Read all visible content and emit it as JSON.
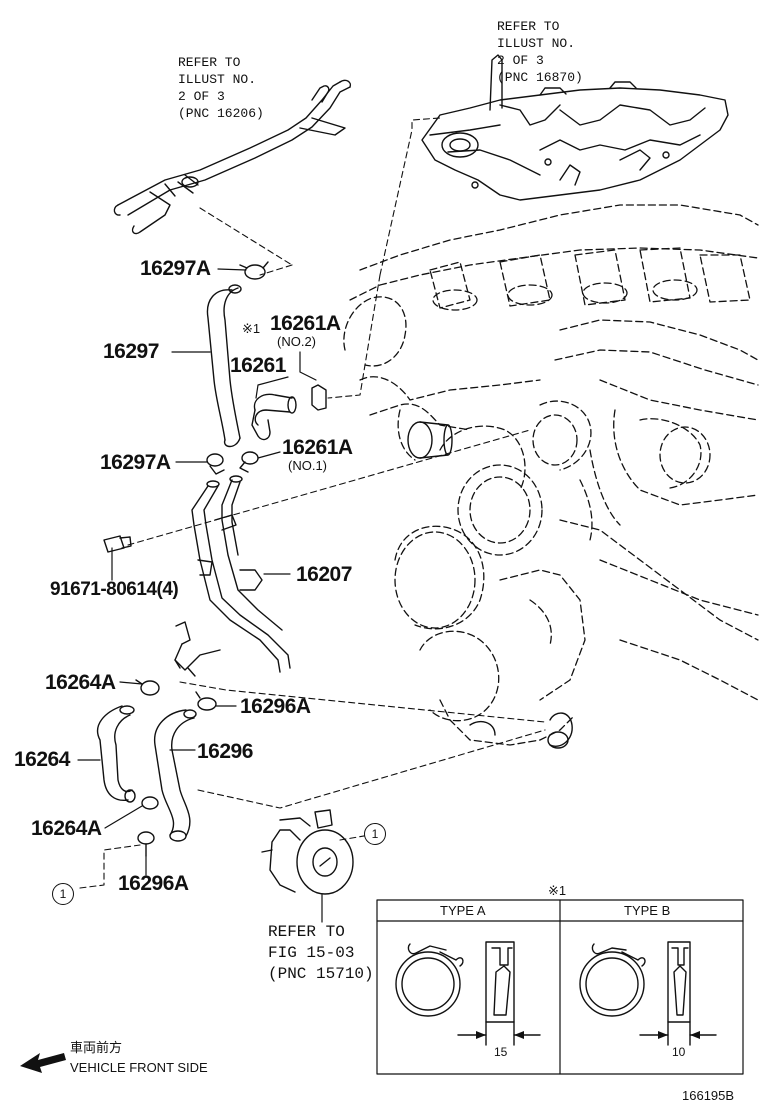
{
  "refs": {
    "top_left": "REFER TO\nILLUST NO.\n2 OF 3\n(PNC 16206)",
    "top_right": "REFER TO\nILLUST NO.\n2 OF 3\n(PNC 16870)",
    "bottom": "REFER TO\nFIG 15-03\n(PNC 15710)"
  },
  "parts": {
    "p16297A_top": "16297A",
    "p16297": "16297",
    "p16297A_bottom": "16297A",
    "p16261A_top": "16261A",
    "p16261A_top_note": "(NO.2)",
    "p16261A_mark": "※1",
    "p16261": "16261",
    "p16261A_bottom": "16261A",
    "p16261A_bottom_note": "(NO.1)",
    "bolt": "91671-80614(4)",
    "p16207": "16207",
    "p16264A_top": "16264A",
    "p16296A_top": "16296A",
    "p16264": "16264",
    "p16296": "16296",
    "p16264A_bottom": "16264A",
    "p16296A_bottom": "16296A"
  },
  "callouts": {
    "ref1_a": "1",
    "ref1_b": "1"
  },
  "detail": {
    "mark": "※1",
    "type_a": "TYPE A",
    "type_b": "TYPE B",
    "dim_a": "15",
    "dim_b": "10"
  },
  "direction": {
    "jp": "車両前方",
    "en": "VEHICLE FRONT SIDE"
  },
  "figure_code": "166195B"
}
